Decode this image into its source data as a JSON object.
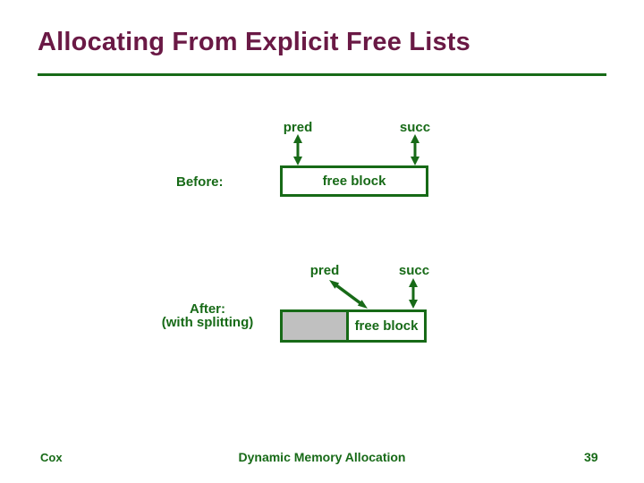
{
  "slide": {
    "title": "Allocating From Explicit Free Lists",
    "diagrams": {
      "before": {
        "label": "Before:",
        "pred": "pred",
        "succ": "succ",
        "block": "free block"
      },
      "after": {
        "label_line1": "After:",
        "label_line2": "(with splitting)",
        "pred": "pred",
        "succ": "succ",
        "block": "free block"
      }
    },
    "footer": {
      "author": "Cox",
      "title": "Dynamic Memory Allocation",
      "page": "39"
    },
    "colors": {
      "title_maroon": "#6A1945",
      "diagram_green": "#176A17",
      "allocated_gray": "#C0C0C0"
    }
  }
}
